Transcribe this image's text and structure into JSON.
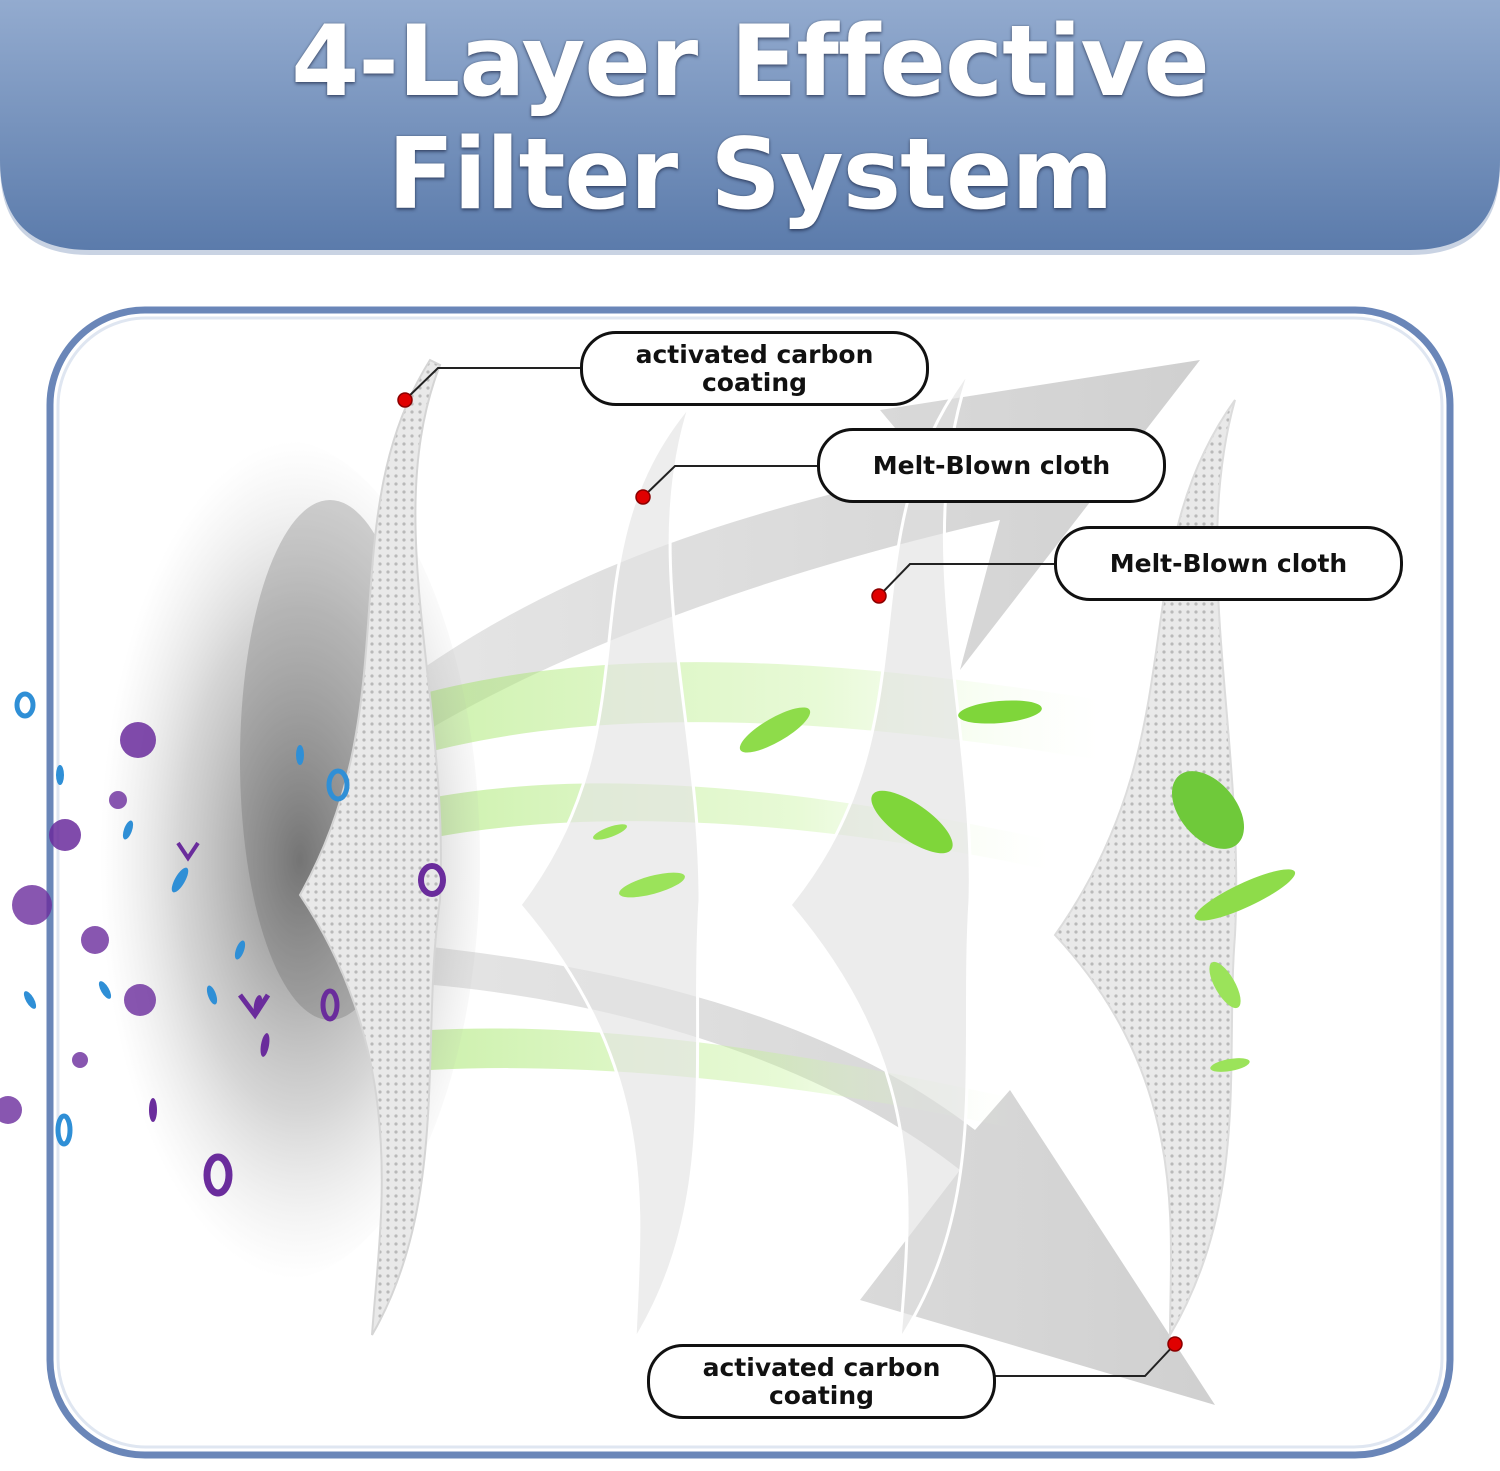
{
  "title": {
    "line1": "4-Layer Effective",
    "line2": "Filter System"
  },
  "labels": {
    "top_left": {
      "line1": "activated carbon",
      "line2": "coating"
    },
    "middle_1": "Melt-Blown cloth",
    "middle_2": "Melt-Blown cloth",
    "bottom": {
      "line1": "activated carbon",
      "line2": "coating"
    }
  },
  "colors": {
    "banner_top": "#8fa8cc",
    "banner_bottom": "#5f7fae",
    "panel_border": "#5f7bb0",
    "marker_red": "#e00000",
    "leaf_green": "#7fd63a",
    "particle_purple": "#6a2c9c",
    "particle_blue": "#2f8fd6"
  }
}
